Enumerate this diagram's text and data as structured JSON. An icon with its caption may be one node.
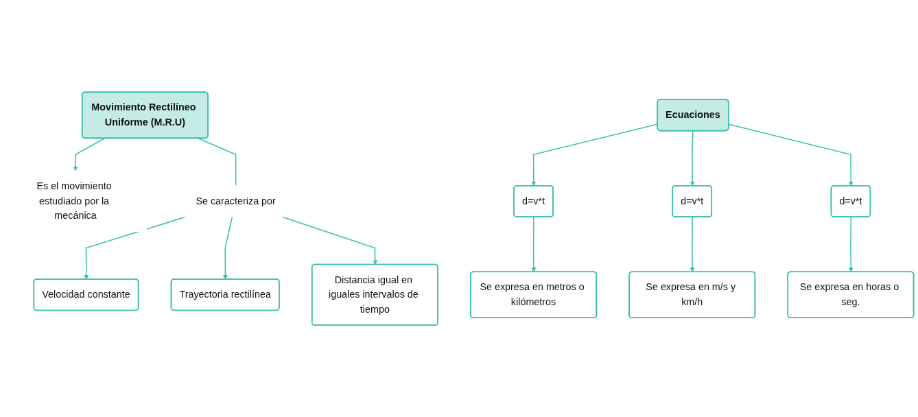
{
  "diagram": {
    "nodes": [
      {
        "text": [
          "Movimiento Rectilíneo Uniforme (M.R.U)"
        ]
      },
      {
        "text": [
          "Es el movimiento estudiado por la mecánica"
        ]
      },
      {
        "text": [
          "Se caracteriza por"
        ]
      },
      {
        "text": [
          "Velocidad constante"
        ]
      },
      {
        "text": [
          "Trayectoria rectilínea"
        ]
      },
      {
        "text": [
          "Distancia igual en iguales intervalos de tiempo"
        ]
      },
      {
        "text": [
          "Ecuaciones"
        ]
      },
      {
        "text": [
          "d=v*t"
        ]
      },
      {
        "text": [
          "d=v*t"
        ]
      },
      {
        "text": [
          "d=v*t"
        ]
      },
      {
        "text": [
          "Se expresa en metros o kilómetros"
        ]
      },
      {
        "text": [
          "Se expresa en m/s y km/h"
        ]
      },
      {
        "text": [
          "Se expresa en horas o seg."
        ]
      }
    ],
    "edges": [
      {
        "from": 0,
        "to": 1,
        "arrow": "to"
      },
      {
        "from": 0,
        "to": 2,
        "arrow": "none"
      },
      {
        "from": 2,
        "to": 3,
        "arrow": "to"
      },
      {
        "from": 2,
        "to": 4,
        "arrow": "to"
      },
      {
        "from": 2,
        "to": 5,
        "arrow": "to"
      },
      {
        "from": 6,
        "to": 7,
        "arrow": "to"
      },
      {
        "from": 6,
        "to": 8,
        "arrow": "to"
      },
      {
        "from": 6,
        "to": 9,
        "arrow": "to"
      },
      {
        "from": 7,
        "to": 10,
        "arrow": "to"
      },
      {
        "from": 8,
        "to": 11,
        "arrow": "to"
      },
      {
        "from": 9,
        "to": 12,
        "arrow": "to"
      }
    ]
  }
}
